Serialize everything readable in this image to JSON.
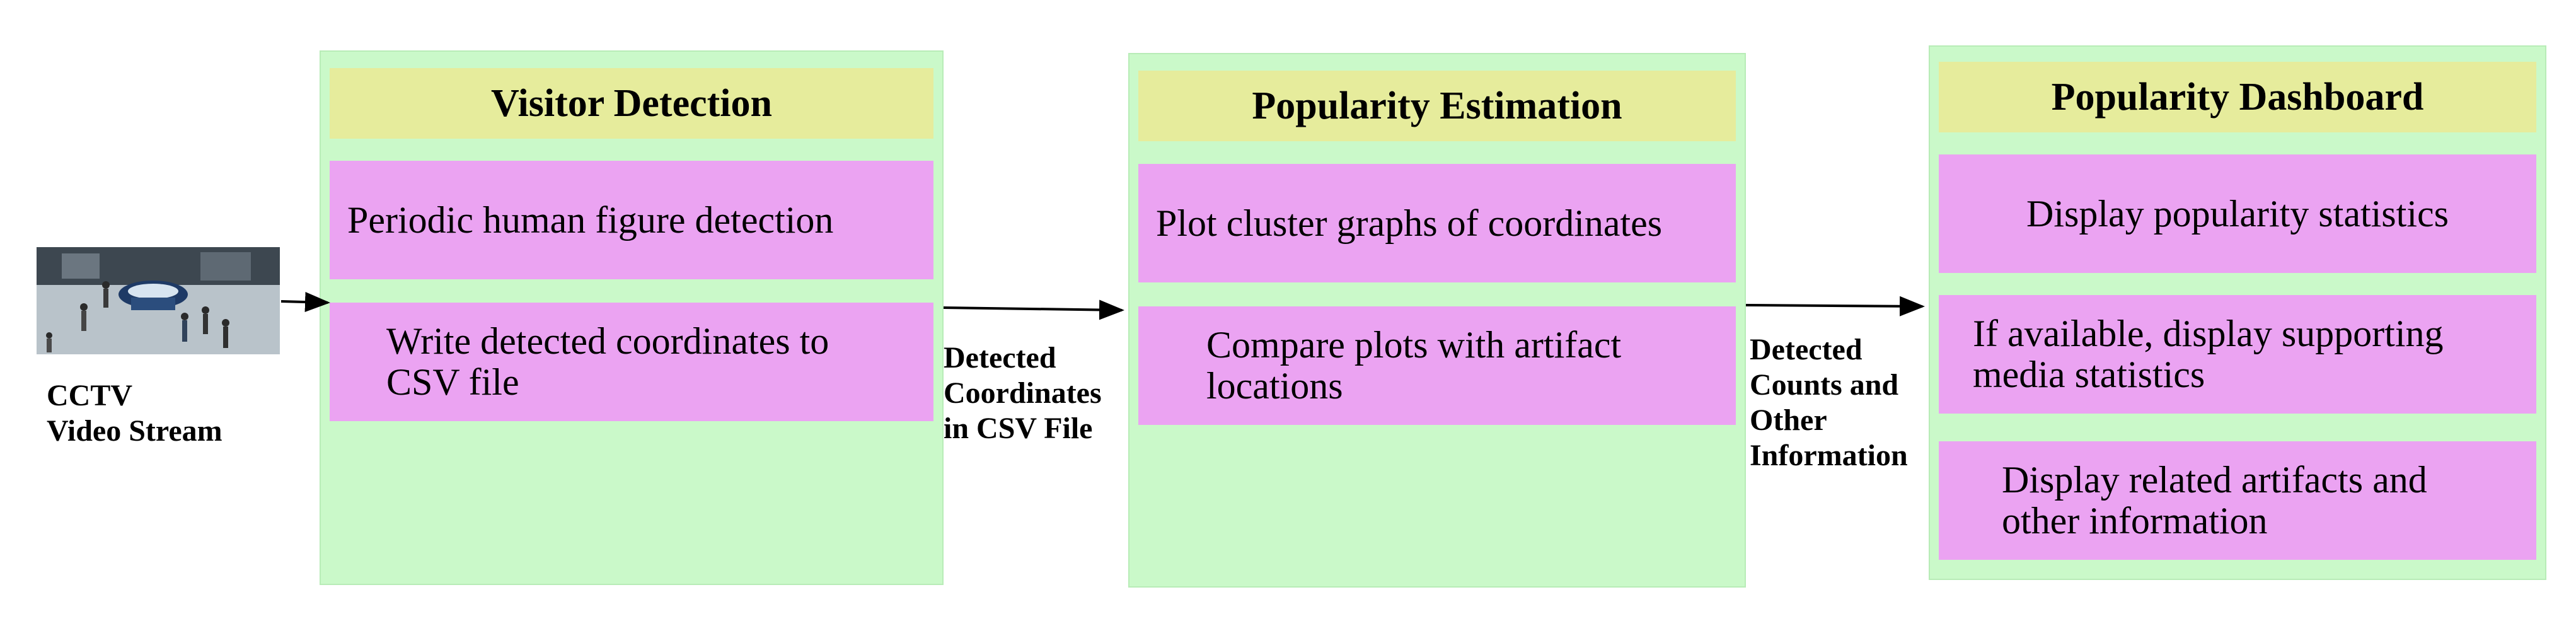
{
  "source": {
    "label_line1": "CCTV",
    "label_line2": "Video Stream"
  },
  "modules": [
    {
      "title": "Visitor Detection",
      "steps": [
        "Periodic human figure detection",
        "Write detected coordinates to CSV file"
      ]
    },
    {
      "title": "Popularity Estimation",
      "steps": [
        "Plot cluster graphs of coordinates",
        "Compare plots with artifact locations"
      ]
    },
    {
      "title": "Popularity Dashboard",
      "steps": [
        "Display popularity statistics",
        "If available, display supporting media statistics",
        "Display related artifacts and other information"
      ]
    }
  ],
  "edges": [
    {
      "label_lines": [
        "Detected",
        "Coordinates",
        "in CSV File"
      ]
    },
    {
      "label_lines": [
        "Detected",
        "Counts and",
        "Other",
        "Information"
      ]
    }
  ]
}
